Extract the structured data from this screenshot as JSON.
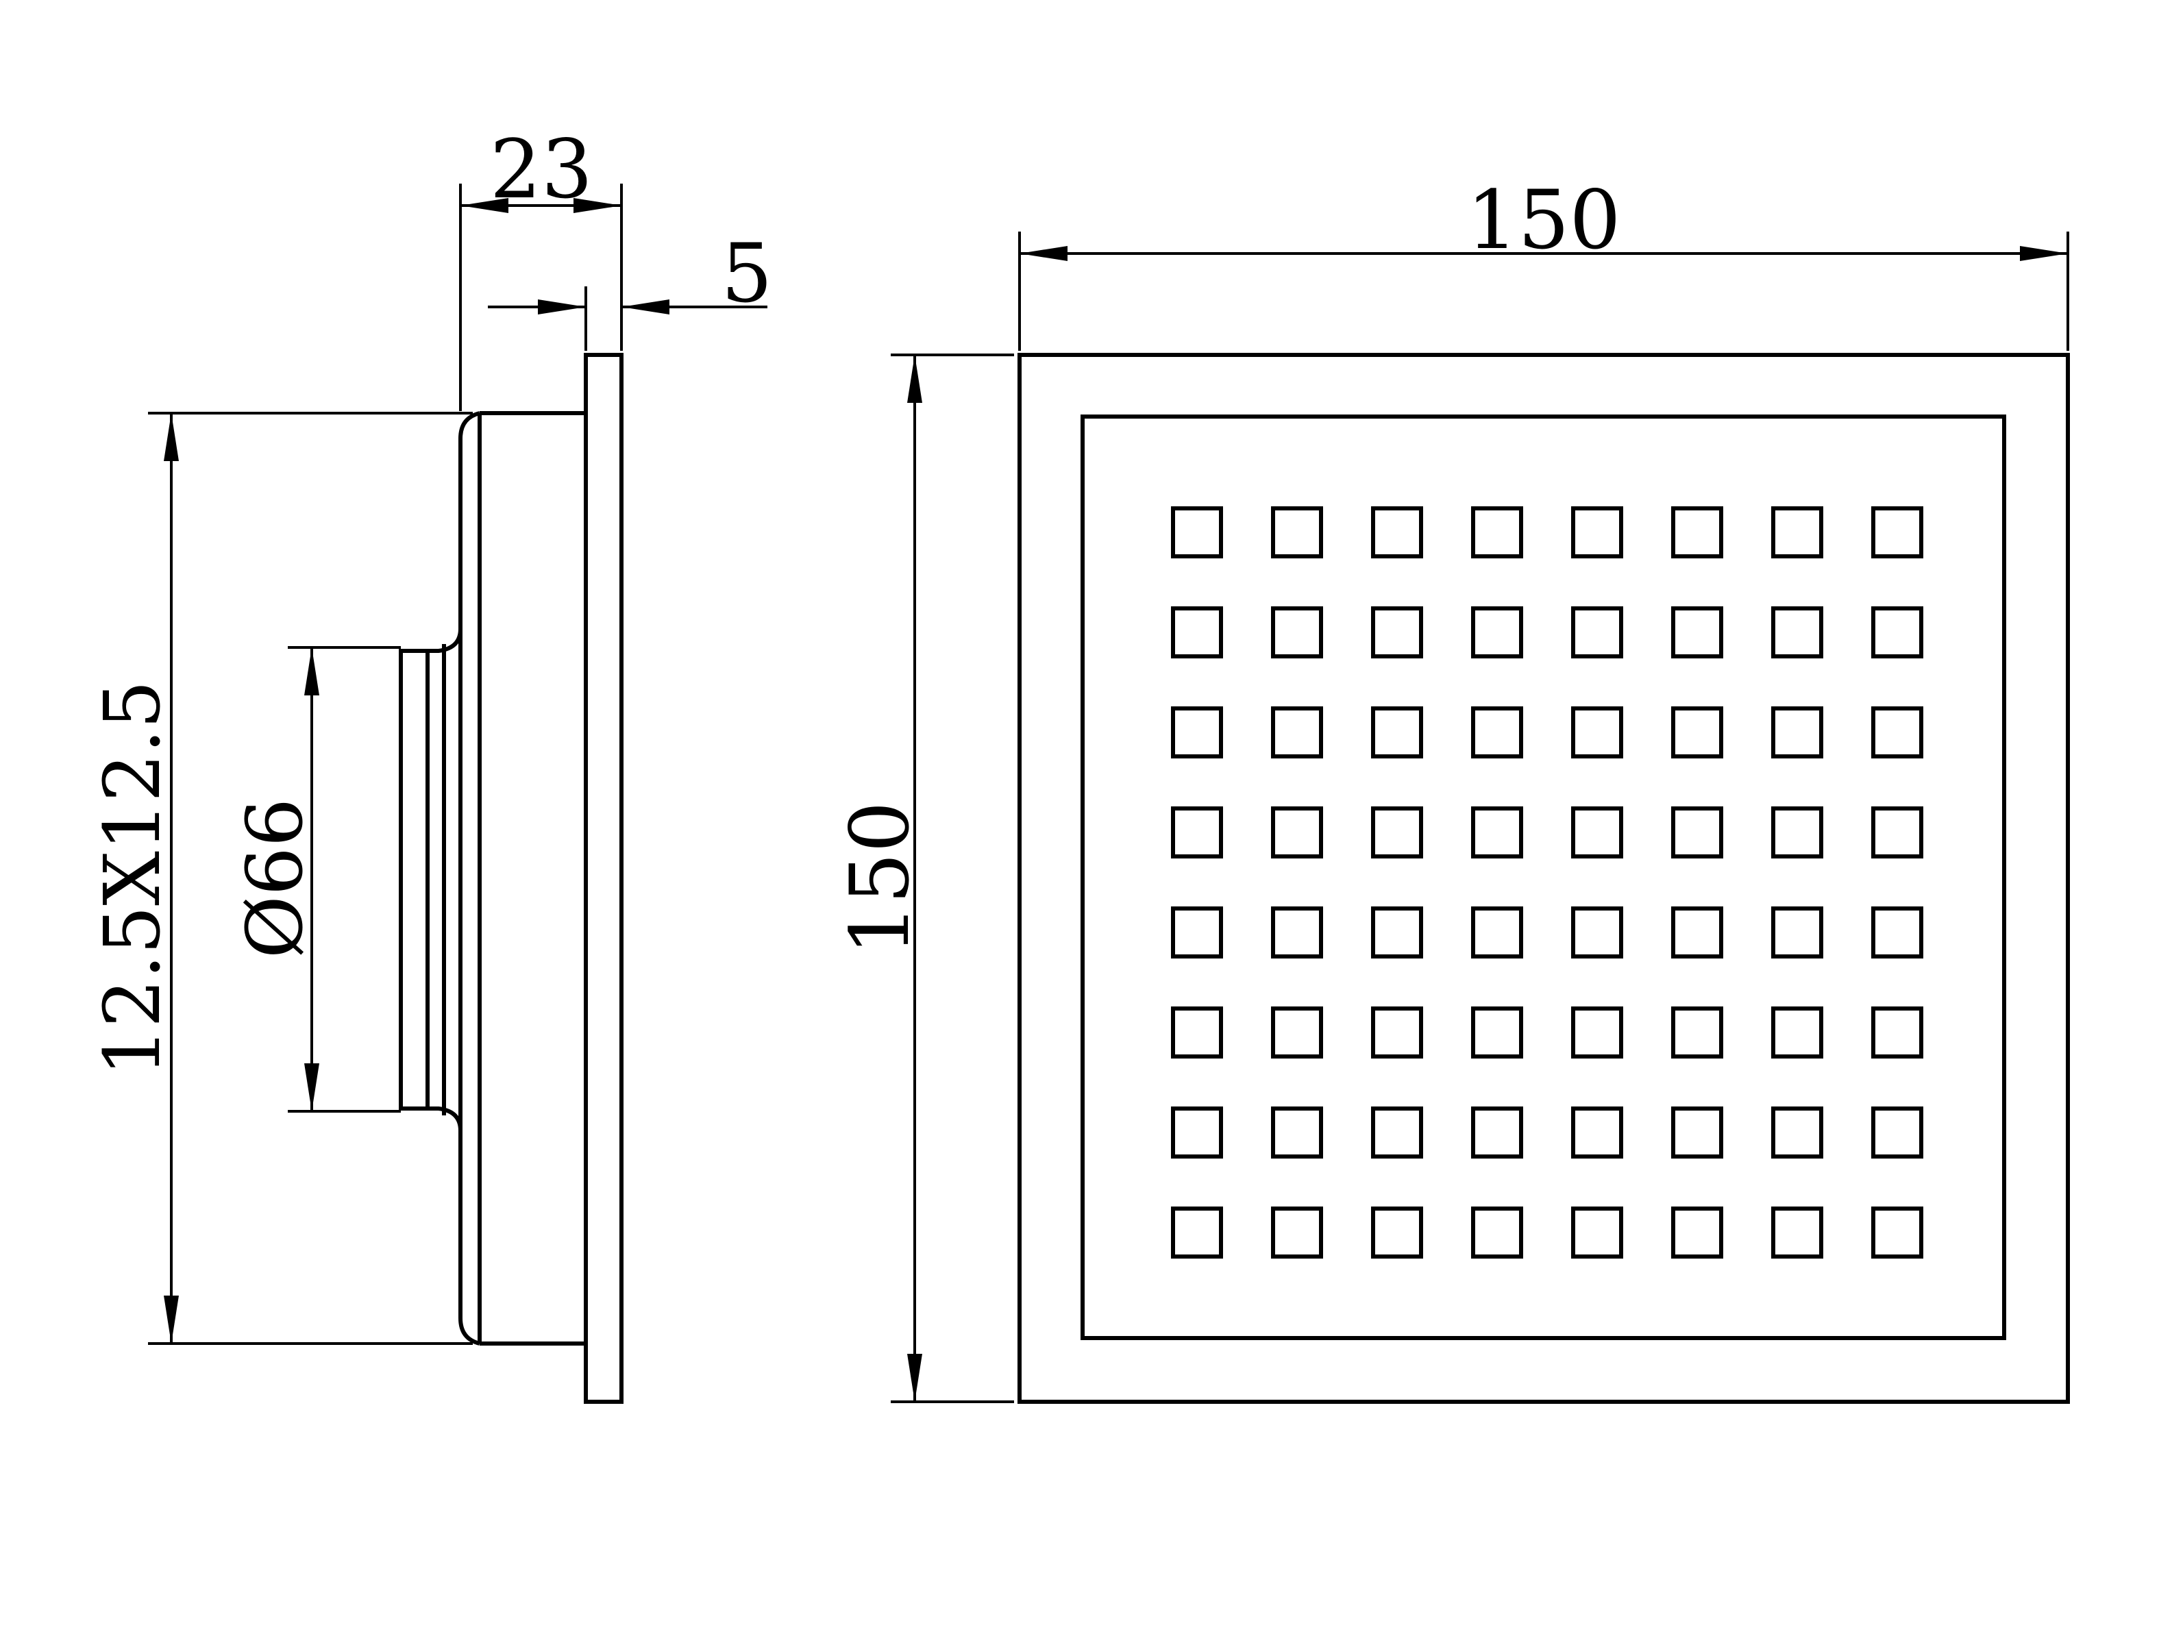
{
  "dimensions": {
    "side_depth": "23",
    "flange_thickness": "5",
    "outlet_diameter": "Ø66",
    "body_size": "12.5X12.5",
    "grate_width": "150",
    "grate_height": "150"
  },
  "grate": {
    "rows": 8,
    "cols": 8
  }
}
